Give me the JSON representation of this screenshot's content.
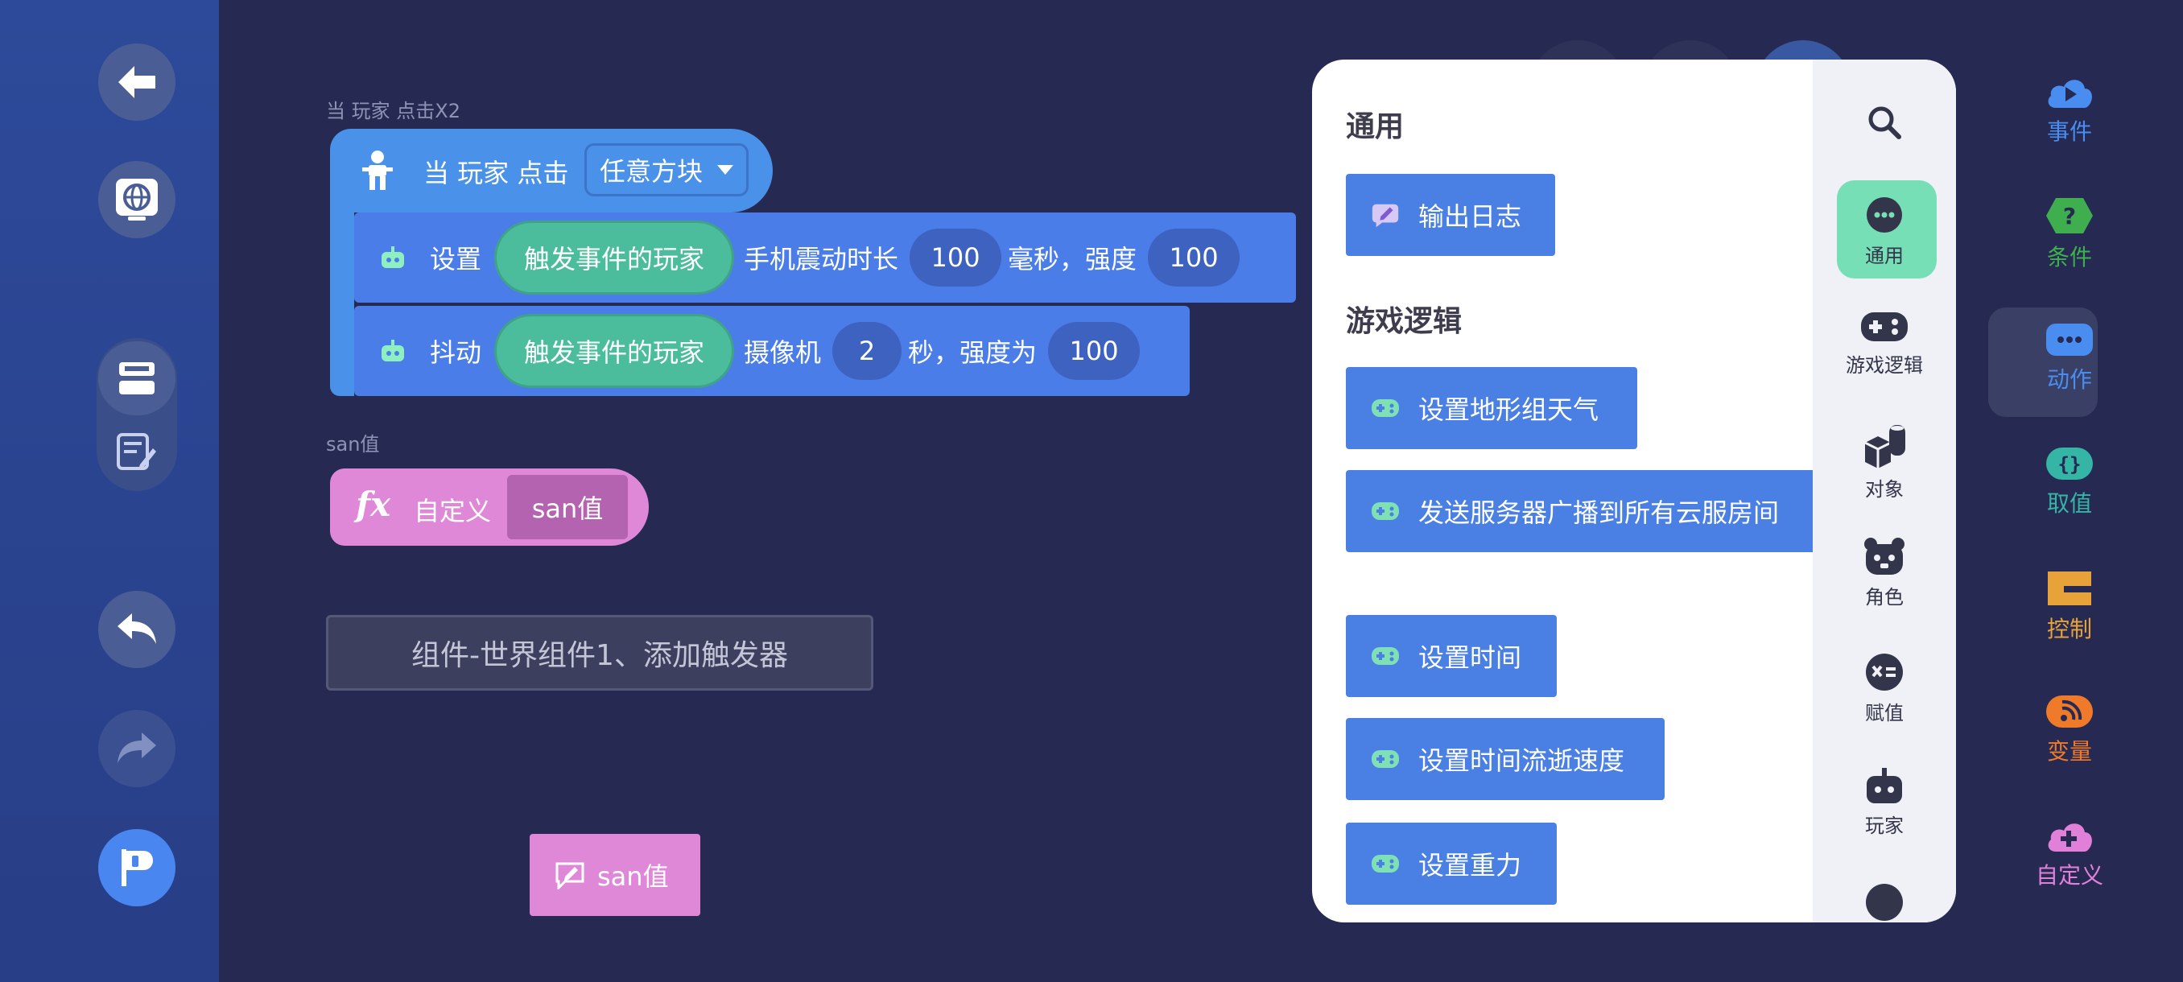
{
  "toolbar_left": {
    "back": "back-arrow-icon",
    "globe": "globe-icon",
    "layers": "layers-icon",
    "notes": "notes-icon",
    "undo": "undo-icon",
    "redo": "redo-icon",
    "run": "flag-icon"
  },
  "canvas": {
    "event_group_label": "当 玩家 点击X2",
    "event": {
      "text": "当 玩家 点击",
      "dropdown": "任意方块"
    },
    "vibrate": {
      "verb": "设置",
      "target": "触发事件的玩家",
      "text1": "手机震动时长",
      "duration": "100",
      "text2": "毫秒，强度",
      "strength": "100"
    },
    "shake": {
      "verb": "抖动",
      "target": "触发事件的玩家",
      "text1": "摄像机",
      "duration": "2",
      "text2": "秒，强度为",
      "strength": "100"
    },
    "define_group_label": "san值",
    "define": {
      "icon_text": "fx",
      "text": "自定义",
      "name": "san值"
    },
    "comment": "组件-世界组件1、添加触发器",
    "san_block": "san值"
  },
  "panel": {
    "sections": [
      {
        "title": "通用",
        "blocks": [
          "输出日志"
        ]
      },
      {
        "title": "游戏逻辑",
        "blocks": [
          "设置地形组天气",
          "发送服务器广播到所有云服房间",
          "设置时间",
          "设置时间流逝速度",
          "设置重力"
        ]
      }
    ],
    "nav": [
      {
        "label": "",
        "icon": "search-icon"
      },
      {
        "label": "通用",
        "icon": "general-icon"
      },
      {
        "label": "游戏逻辑",
        "icon": "gamepad-icon"
      },
      {
        "label": "对象",
        "icon": "object-icon"
      },
      {
        "label": "角色",
        "icon": "character-icon"
      },
      {
        "label": "赋值",
        "icon": "assign-icon"
      },
      {
        "label": "玩家",
        "icon": "player-icon"
      }
    ]
  },
  "categories": [
    {
      "label": "事件",
      "color": "#4a8df0"
    },
    {
      "label": "条件",
      "color": "#3fae4f"
    },
    {
      "label": "动作",
      "color": "#4a8df0"
    },
    {
      "label": "取值",
      "color": "#35b5a5"
    },
    {
      "label": "控制",
      "color": "#e8a23a"
    },
    {
      "label": "变量",
      "color": "#ee7a2a"
    },
    {
      "label": "自定义",
      "color": "#e080d8"
    }
  ]
}
